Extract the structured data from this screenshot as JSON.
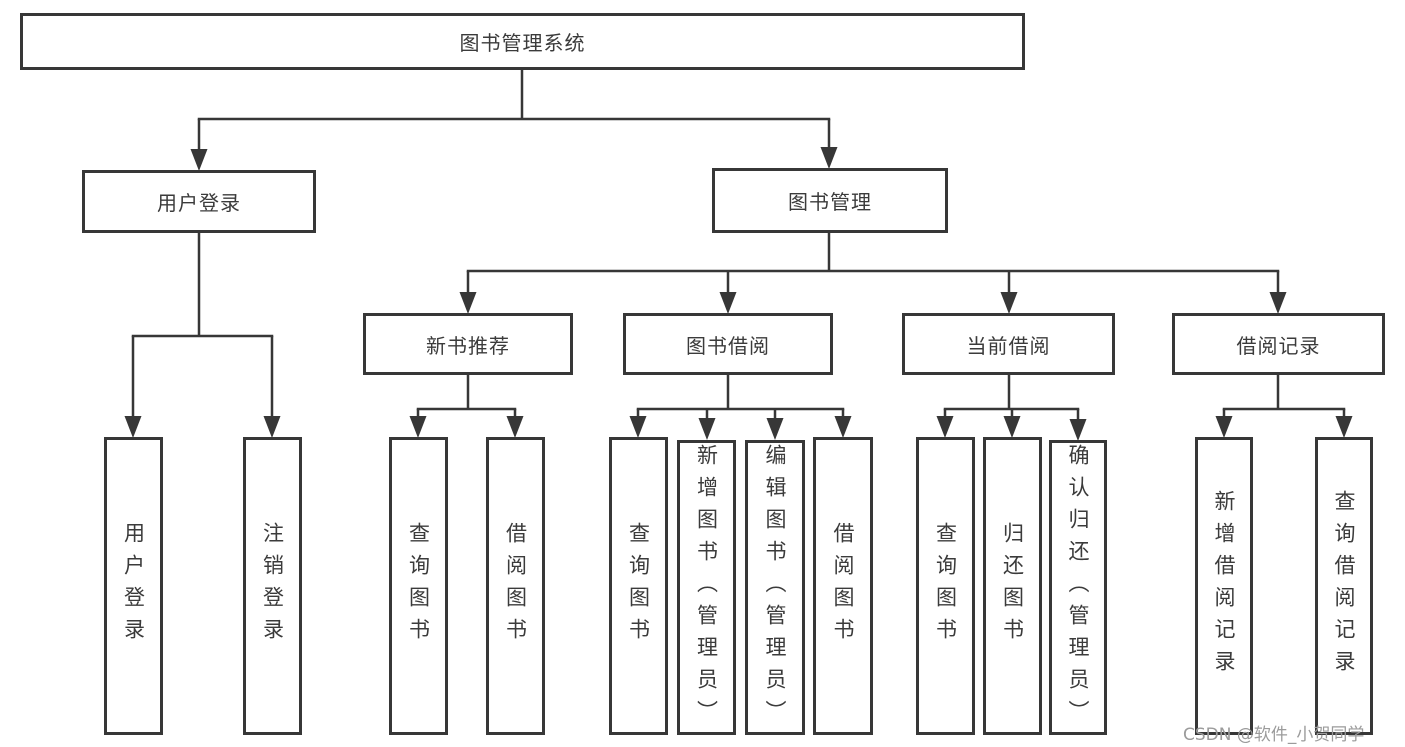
{
  "diagram": {
    "root": {
      "label": "图书管理系统"
    },
    "branches": [
      {
        "label": "用户登录",
        "children": [
          "用户登录",
          "注销登录"
        ]
      },
      {
        "label": "图书管理",
        "sections": [
          {
            "label": "新书推荐",
            "children": [
              "查询图书",
              "借阅图书"
            ]
          },
          {
            "label": "图书借阅",
            "children": [
              "查询图书",
              "新增图书（管理员）",
              "编辑图书（管理员）",
              "借阅图书"
            ]
          },
          {
            "label": "当前借阅",
            "children": [
              "查询图书",
              "归还图书",
              "确认归还（管理员）"
            ]
          },
          {
            "label": "借阅记录",
            "children": [
              "新增借阅记录",
              "查询借阅记录"
            ]
          }
        ]
      }
    ],
    "line_color": "#373737"
  },
  "watermark": "CSDN @软件_小贺同学"
}
